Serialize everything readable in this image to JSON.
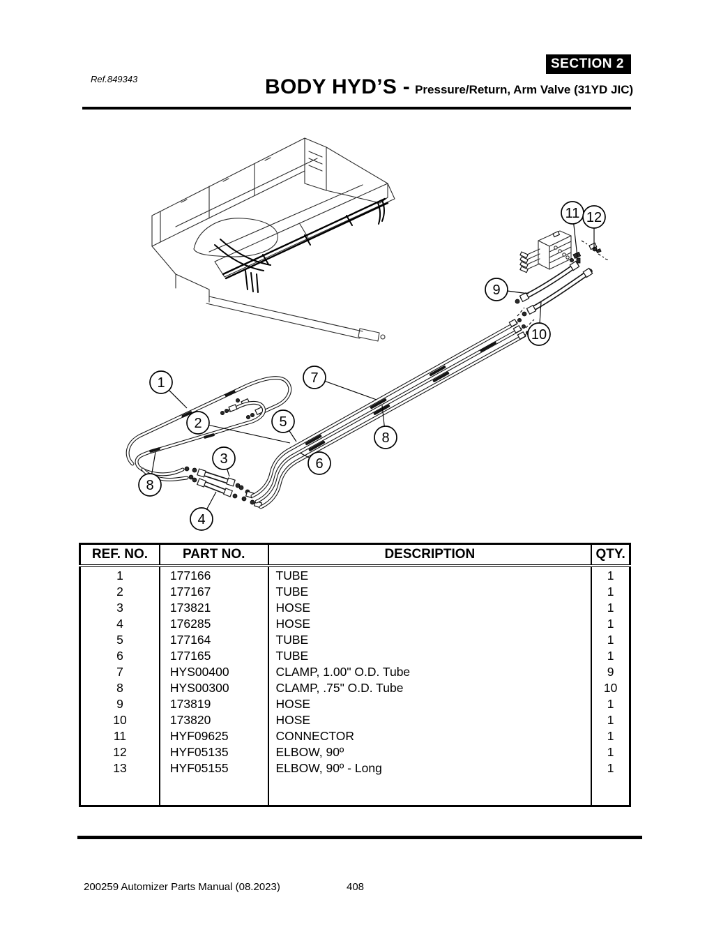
{
  "page": {
    "ref_note": "Ref.849343",
    "section": {
      "label": "SECTION",
      "number": "2"
    },
    "title": "BODY HYD’S -",
    "subtitle": "Pressure/Return, Arm Valve (31YD JIC)",
    "footer": {
      "left": "200259 Automizer Parts Manual (08.2023)",
      "page_number": "408"
    }
  },
  "diagram": {
    "description": "Isometric truck body with pressure/return hydraulic tubes and hoses routed to the arm valve bank",
    "callouts": [
      {
        "label": "1"
      },
      {
        "label": "2"
      },
      {
        "label": "3"
      },
      {
        "label": "4"
      },
      {
        "label": "5"
      },
      {
        "label": "6"
      },
      {
        "label": "7"
      },
      {
        "label": "8"
      },
      {
        "label": "8"
      },
      {
        "label": "9"
      },
      {
        "label": "10"
      },
      {
        "label": "11"
      },
      {
        "label": "12"
      }
    ]
  },
  "parts_table": {
    "headers": [
      "REF. NO.",
      "PART NO.",
      "DESCRIPTION",
      "QTY."
    ],
    "rows": [
      {
        "ref": "1",
        "part": "177166",
        "description": "TUBE",
        "qty": "1"
      },
      {
        "ref": "2",
        "part": "177167",
        "description": "TUBE",
        "qty": "1"
      },
      {
        "ref": "3",
        "part": "173821",
        "description": "HOSE",
        "qty": "1"
      },
      {
        "ref": "4",
        "part": "176285",
        "description": "HOSE",
        "qty": "1"
      },
      {
        "ref": "5",
        "part": "177164",
        "description": "TUBE",
        "qty": "1"
      },
      {
        "ref": "6",
        "part": "177165",
        "description": "TUBE",
        "qty": "1"
      },
      {
        "ref": "7",
        "part": "HYS00400",
        "description": "CLAMP, 1.00\" O.D. Tube",
        "qty": "9"
      },
      {
        "ref": "8",
        "part": "HYS00300",
        "description": "CLAMP, .75\" O.D. Tube",
        "qty": "10"
      },
      {
        "ref": "9",
        "part": "173819",
        "description": "HOSE",
        "qty": "1"
      },
      {
        "ref": "10",
        "part": "173820",
        "description": "HOSE",
        "qty": "1"
      },
      {
        "ref": "11",
        "part": "HYF09625",
        "description": "CONNECTOR",
        "qty": "1"
      },
      {
        "ref": "12",
        "part": "HYF05135",
        "description": "ELBOW, 90º",
        "qty": "1"
      },
      {
        "ref": "13",
        "part": "HYF05155",
        "description": "ELBOW, 90º - Long",
        "qty": "1"
      }
    ]
  },
  "colors": {
    "ink": "#000000",
    "paper": "#ffffff"
  }
}
